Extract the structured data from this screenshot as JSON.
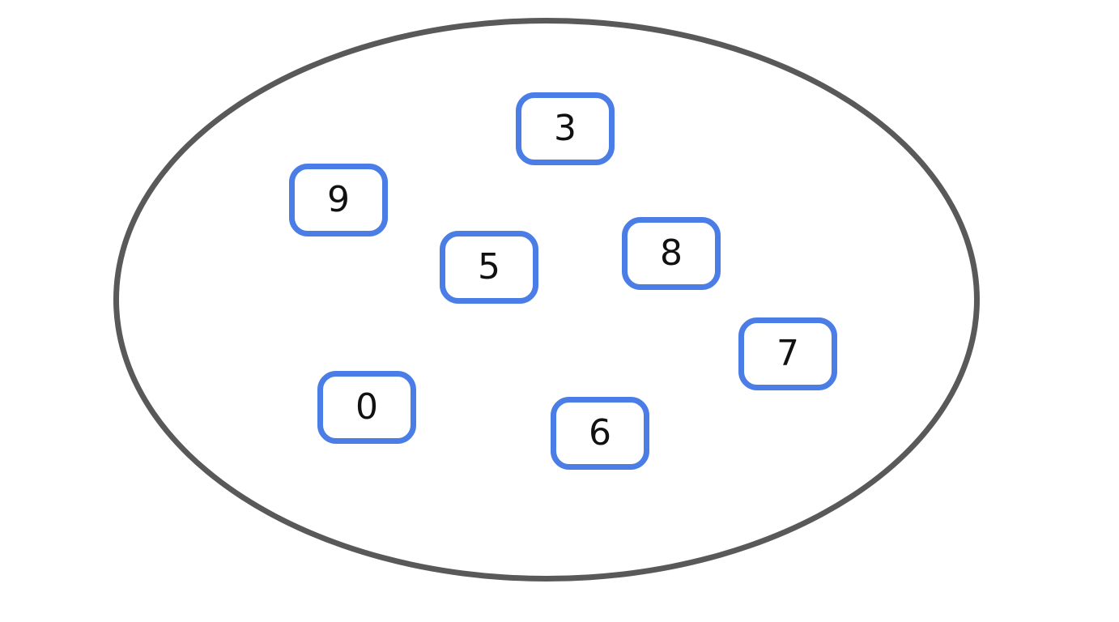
{
  "set": {
    "items": [
      {
        "value": "3"
      },
      {
        "value": "9"
      },
      {
        "value": "5"
      },
      {
        "value": "8"
      },
      {
        "value": "7"
      },
      {
        "value": "0"
      },
      {
        "value": "6"
      }
    ]
  },
  "colors": {
    "background": "#ffffff",
    "ellipse_stroke": "#595959",
    "card_border": "#4a7de5",
    "card_fill": "#ffffff",
    "digit": "#111111"
  }
}
